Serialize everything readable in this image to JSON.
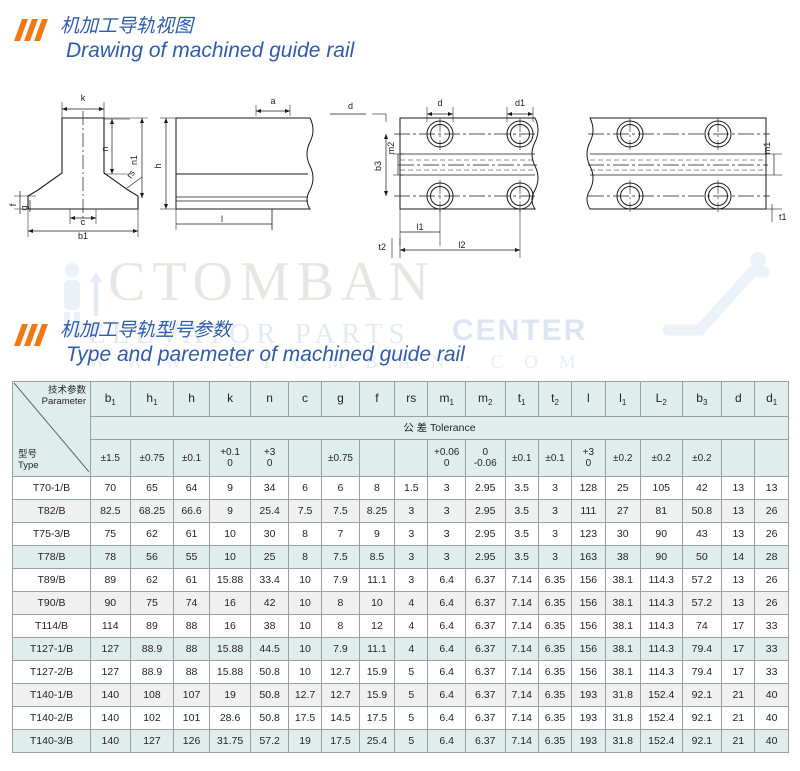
{
  "watermark": {
    "brand": "CTOMBAN",
    "tagline_serif": "ELEVATOR PARTS",
    "tagline_bold": "CENTER",
    "url": "W W W . C T O M B A N . C O M",
    "center_word": "C"
  },
  "headings": {
    "drawing": {
      "cn": "机加工导轨视图",
      "en": "Drawing of machined guide rail"
    },
    "parameters": {
      "cn": "机加工导轨型号参数",
      "en": "Type and paremeter of machined guide rail"
    }
  },
  "drawing_labels": {
    "section": [
      "k",
      "n",
      "n1",
      "rs",
      "f",
      "g",
      "c",
      "b1",
      "h"
    ],
    "side_view": [
      "a",
      "h",
      "l"
    ],
    "plan_view": [
      "d",
      "d1",
      "b3",
      "m2",
      "m1",
      "l1",
      "l2",
      "t1",
      "t2"
    ]
  },
  "table": {
    "corner": {
      "parameter_cn": "技术参数",
      "parameter_en": "Parameter",
      "type_cn": "型号",
      "type_en": "Type"
    },
    "tolerance_band": "公  差  Tolerance",
    "columns": [
      {
        "label": "b",
        "sub": "1"
      },
      {
        "label": "h",
        "sub": "1"
      },
      {
        "label": "h",
        "sub": ""
      },
      {
        "label": "k",
        "sub": ""
      },
      {
        "label": "n",
        "sub": ""
      },
      {
        "label": "c",
        "sub": ""
      },
      {
        "label": "g",
        "sub": ""
      },
      {
        "label": "f",
        "sub": ""
      },
      {
        "label": "rs",
        "sub": ""
      },
      {
        "label": "m",
        "sub": "1"
      },
      {
        "label": "m",
        "sub": "2"
      },
      {
        "label": "t",
        "sub": "1"
      },
      {
        "label": "t",
        "sub": "2"
      },
      {
        "label": "l",
        "sub": ""
      },
      {
        "label": "l",
        "sub": "1"
      },
      {
        "label": "L",
        "sub": "2"
      },
      {
        "label": "b",
        "sub": "3"
      },
      {
        "label": "d",
        "sub": ""
      },
      {
        "label": "d",
        "sub": "1"
      }
    ],
    "tolerances": [
      "±1.5",
      "±0.75",
      "±0.1",
      "+0.1\n0",
      "+3\n0",
      "",
      "±0.75",
      "",
      "",
      "+0.06\n0",
      "0\n-0.06",
      "±0.1",
      "±0.1",
      "+3\n0",
      "±0.2",
      "±0.2",
      "±0.2",
      "",
      ""
    ],
    "rows": [
      {
        "type": "T70-1/B",
        "highlight": false,
        "values": [
          "70",
          "65",
          "64",
          "9",
          "34",
          "6",
          "6",
          "8",
          "1.5",
          "3",
          "2.95",
          "3.5",
          "3",
          "128",
          "25",
          "105",
          "42",
          "13",
          "13"
        ]
      },
      {
        "type": "T82/B",
        "highlight": false,
        "values": [
          "82.5",
          "68.25",
          "66.6",
          "9",
          "25.4",
          "7.5",
          "7.5",
          "8.25",
          "3",
          "3",
          "2.95",
          "3.5",
          "3",
          "111",
          "27",
          "81",
          "50.8",
          "13",
          "26"
        ]
      },
      {
        "type": "T75-3/B",
        "highlight": false,
        "values": [
          "75",
          "62",
          "61",
          "10",
          "30",
          "8",
          "7",
          "9",
          "3",
          "3",
          "2.95",
          "3.5",
          "3",
          "123",
          "30",
          "90",
          "43",
          "13",
          "26"
        ]
      },
      {
        "type": "T78/B",
        "highlight": true,
        "values": [
          "78",
          "56",
          "55",
          "10",
          "25",
          "8",
          "7.5",
          "8.5",
          "3",
          "3",
          "2.95",
          "3.5",
          "3",
          "163",
          "38",
          "90",
          "50",
          "14",
          "28"
        ]
      },
      {
        "type": "T89/B",
        "highlight": false,
        "values": [
          "89",
          "62",
          "61",
          "15.88",
          "33.4",
          "10",
          "7.9",
          "11.1",
          "3",
          "6.4",
          "6.37",
          "7.14",
          "6.35",
          "156",
          "38.1",
          "114.3",
          "57.2",
          "13",
          "26"
        ]
      },
      {
        "type": "T90/B",
        "highlight": false,
        "values": [
          "90",
          "75",
          "74",
          "16",
          "42",
          "10",
          "8",
          "10",
          "4",
          "6.4",
          "6.37",
          "7.14",
          "6.35",
          "156",
          "38.1",
          "114.3",
          "57.2",
          "13",
          "26"
        ]
      },
      {
        "type": "T114/B",
        "highlight": false,
        "values": [
          "114",
          "89",
          "88",
          "16",
          "38",
          "10",
          "8",
          "12",
          "4",
          "6.4",
          "6.37",
          "7.14",
          "6.35",
          "156",
          "38.1",
          "114.3",
          "74",
          "17",
          "33"
        ]
      },
      {
        "type": "T127-1/B",
        "highlight": true,
        "values": [
          "127",
          "88.9",
          "88",
          "15.88",
          "44.5",
          "10",
          "7.9",
          "11.1",
          "4",
          "6.4",
          "6.37",
          "7.14",
          "6.35",
          "156",
          "38.1",
          "114.3",
          "79.4",
          "17",
          "33"
        ]
      },
      {
        "type": "T127-2/B",
        "highlight": false,
        "values": [
          "127",
          "88.9",
          "88",
          "15.88",
          "50.8",
          "10",
          "12.7",
          "15.9",
          "5",
          "6.4",
          "6.37",
          "7.14",
          "6.35",
          "156",
          "38.1",
          "114.3",
          "79.4",
          "17",
          "33"
        ]
      },
      {
        "type": "T140-1/B",
        "highlight": false,
        "values": [
          "140",
          "108",
          "107",
          "19",
          "50.8",
          "12.7",
          "12.7",
          "15.9",
          "5",
          "6.4",
          "6.37",
          "7.14",
          "6.35",
          "193",
          "31.8",
          "152.4",
          "92.1",
          "21",
          "40"
        ]
      },
      {
        "type": "T140-2/B",
        "highlight": false,
        "values": [
          "140",
          "102",
          "101",
          "28.6",
          "50.8",
          "17.5",
          "14.5",
          "17.5",
          "5",
          "6.4",
          "6.37",
          "7.14",
          "6.35",
          "193",
          "31.8",
          "152.4",
          "92.1",
          "21",
          "40"
        ]
      },
      {
        "type": "T140-3/B",
        "highlight": true,
        "values": [
          "140",
          "127",
          "126",
          "31.75",
          "57.2",
          "19",
          "17.5",
          "25.4",
          "5",
          "6.4",
          "6.37",
          "7.14",
          "6.35",
          "193",
          "31.8",
          "152.4",
          "92.1",
          "21",
          "40"
        ]
      }
    ]
  },
  "colors": {
    "accent_orange": "#ef7918",
    "heading_blue": "#2f5ca8",
    "header_bg": "#dfeeed",
    "alt_row_bg": "#f0f0f0",
    "border": "#9aa0a0"
  }
}
